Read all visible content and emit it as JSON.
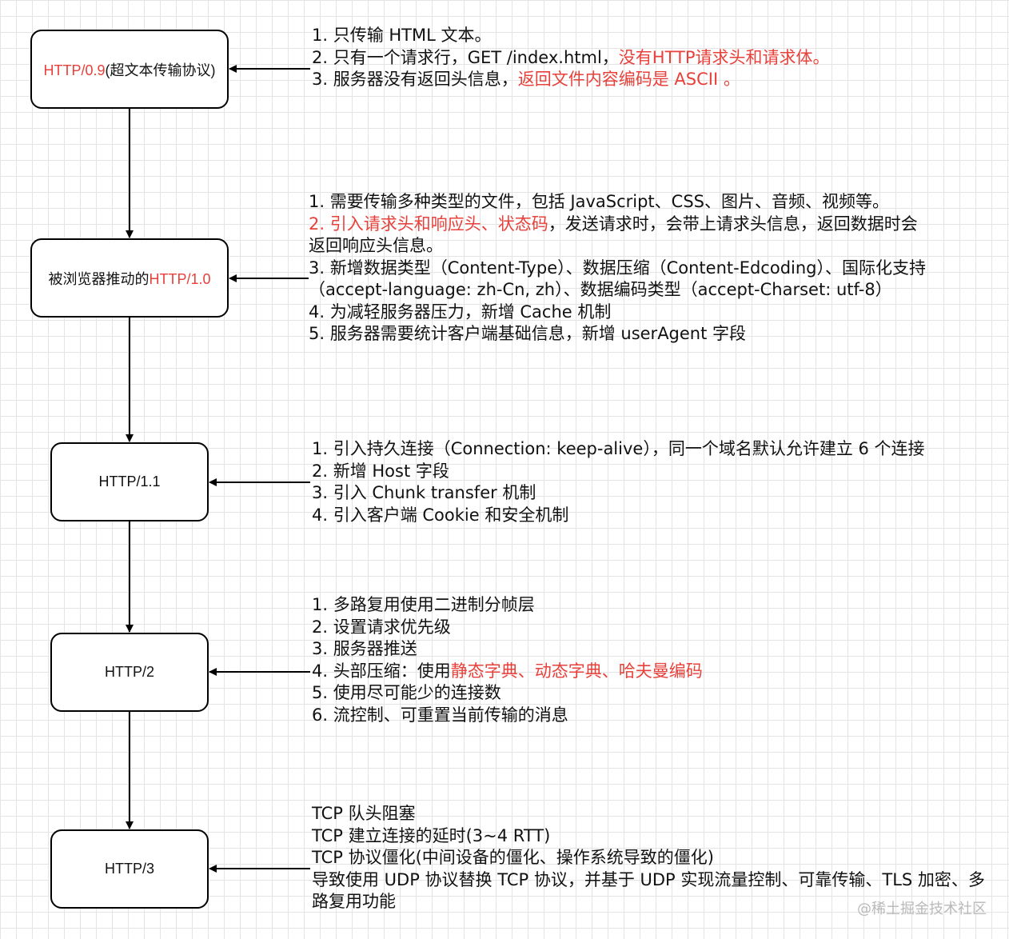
{
  "nodes": [
    {
      "parts": [
        {
          "text": "HTTP/0.9",
          "color": "#e8403a"
        },
        {
          "text": "(超文本传输协议)"
        }
      ]
    },
    {
      "parts": [
        {
          "text": "被浏览器推动的"
        },
        {
          "text": "HTTP/1.0",
          "color": "#e8403a"
        }
      ]
    },
    {
      "parts": [
        {
          "text": "HTTP/1.1"
        }
      ]
    },
    {
      "parts": [
        {
          "text": "HTTP/2"
        }
      ]
    },
    {
      "parts": [
        {
          "text": "HTTP/3"
        }
      ]
    }
  ],
  "notes": [
    {
      "lines": [
        [
          {
            "text": "1. 只传输 HTML 文本。"
          }
        ],
        [
          {
            "text": "2. 只有一个请求行，GET /index.html，"
          },
          {
            "text": "没有HTTP请求头和请求体。",
            "color": "#e8403a"
          }
        ],
        [
          {
            "text": "3. 服务器没有返回头信息，"
          },
          {
            "text": "返回文件内容编码是 ASCII 。",
            "color": "#e8403a"
          }
        ]
      ]
    },
    {
      "lines": [
        [
          {
            "text": "1. 需要传输多种类型的文件，包括 JavaScript、CSS、图片、音频、视频等。"
          }
        ],
        [
          {
            "text": "2. 引入请求头和响应头、状态码",
            "color": "#e8403a"
          },
          {
            "text": "，发送请求时，会带上请求头信息，返回数据时会"
          }
        ],
        [
          {
            "text": "返回响应头信息。"
          }
        ],
        [
          {
            "text": "3. 新增数据类型（Content-Type）、数据压缩（Content-Edcoding）、国际化支持"
          }
        ],
        [
          {
            "text": "（accept-language: zh-Cn, zh）、数据编码类型（accept-Charset: utf-8）"
          }
        ],
        [
          {
            "text": "4. 为减轻服务器压力，新增 Cache 机制"
          }
        ],
        [
          {
            "text": "5. 服务器需要统计客户端基础信息，新增 userAgent 字段"
          }
        ]
      ]
    },
    {
      "lines": [
        [
          {
            "text": "1. 引入持久连接（Connection: keep-alive），同一个域名默认允许建立 6 个连接"
          }
        ],
        [
          {
            "text": "2. 新增 Host 字段"
          }
        ],
        [
          {
            "text": "3. 引入 Chunk transfer 机制"
          }
        ],
        [
          {
            "text": "4. 引入客户端 Cookie 和安全机制"
          }
        ]
      ]
    },
    {
      "lines": [
        [
          {
            "text": "1. 多路复用使用二进制分帧层"
          }
        ],
        [
          {
            "text": "2. 设置请求优先级"
          }
        ],
        [
          {
            "text": "3. 服务器推送"
          }
        ],
        [
          {
            "text": "4. 头部压缩：使用"
          },
          {
            "text": "静态字典、动态字典、哈夫曼编码",
            "color": "#e8403a"
          }
        ],
        [
          {
            "text": "5. 使用尽可能少的连接数"
          }
        ],
        [
          {
            "text": "6. 流控制、可重置当前传输的消息"
          }
        ]
      ]
    },
    {
      "lines": [
        [
          {
            "text": "TCP 队头阻塞"
          }
        ],
        [
          {
            "text": "TCP 建立连接的延时(3~4 RTT)"
          }
        ],
        [
          {
            "text": "TCP 协议僵化(中间设备的僵化、操作系统导致的僵化)"
          }
        ],
        [
          {
            "text": "导致使用 UDP 协议替换 TCP 协议，并基于 UDP 实现流量控制、可靠传输、TLS 加密、多路复用功能",
            "wrap": true
          }
        ]
      ]
    }
  ],
  "watermark": "@稀土掘金技术社区"
}
